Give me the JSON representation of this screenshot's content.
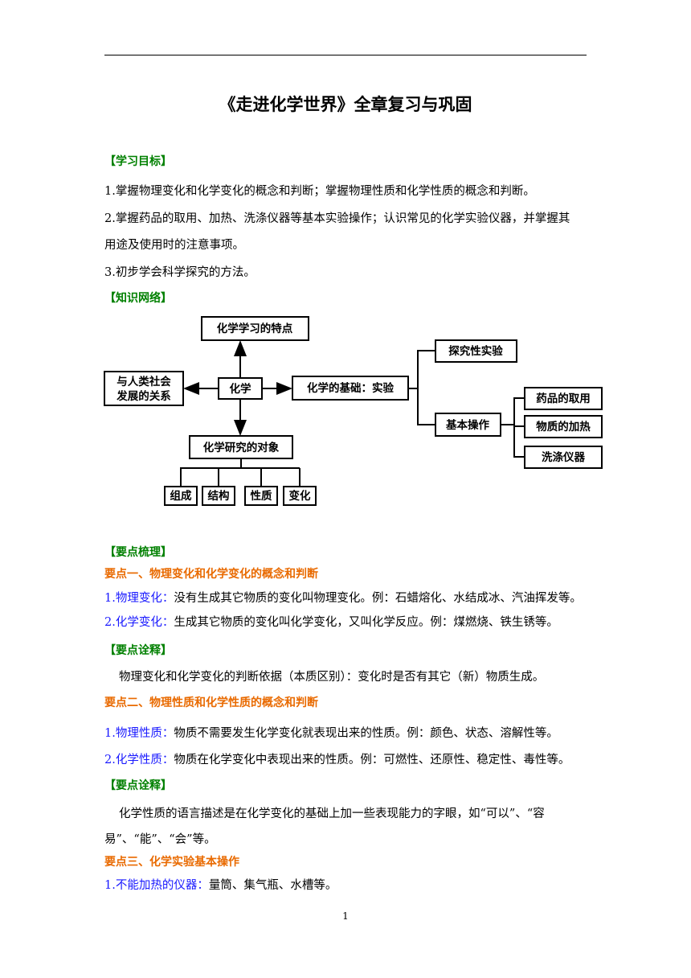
{
  "title": "《走进化学世界》全章复习与巩固",
  "sections": {
    "objectives_head": "【学习目标】",
    "objectives": [
      "1.掌握物理变化和化学变化的概念和判断；掌握物理性质和化学性质的概念和判断。",
      "2.掌握药品的取用、加热、洗涤仪器等基本实验操作；认识常见的化学实验仪器，并掌握其",
      "用途及使用时的注意事项。",
      "3.初步学会科学探究的方法。"
    ],
    "network_head": "【知识网络】",
    "summary_head": "【要点梳理】"
  },
  "diagram": {
    "features": "化学学习的特点",
    "center": "化学",
    "society_l1": "与人类社会",
    "society_l2": "发展的关系",
    "basis": "化学的基础：实验",
    "objects": "化学研究的对象",
    "composition": "组成",
    "structure": "结构",
    "property": "性质",
    "change": "变化",
    "inquiry": "探究性实验",
    "basic_ops": "基本操作",
    "drug_taking": "药品的取用",
    "heating": "物质的加热",
    "washing": "洗涤仪器"
  },
  "point1": {
    "head": "要点一、物理变化和化学变化的概念和判断",
    "item1_term": "1.物理变化：",
    "item1_text": "没有生成其它物质的变化叫物理变化。例：石蜡熔化、水结成冰、汽油挥发等。",
    "item2_term": "2.化学变化：",
    "item2_text": "生成其它物质的变化叫化学变化，又叫化学反应。例：煤燃烧、铁生锈等。",
    "note_head": "【要点诠释】",
    "note_text": "物理变化和化学变化的判断依据（本质区别）：变化时是否有其它（新）物质生成。"
  },
  "point2": {
    "head": "要点二、物理性质和化学性质的概念和判断",
    "item1_term": "1.物理性质：",
    "item1_text": "物质不需要发生化学变化就表现出来的性质。例：颜色、状态、溶解性等。",
    "item2_term": "2.化学性质：",
    "item2_text": "物质在化学变化中表现出来的性质。例：可燃性、还原性、稳定性、毒性等。",
    "note_head": "【要点诠释】",
    "note_text_l1": "化学性质的语言描述是在化学变化的基础上加一些表现能力的字眼，如“可以”、“容",
    "note_text_l2": "易”、“能”、“会”等。"
  },
  "point3": {
    "head": "要点三、化学实验基本操作",
    "item1_term": "1.不能加热的仪器：",
    "item1_text": "量筒、集气瓶、水槽等。"
  },
  "page_number": "1"
}
